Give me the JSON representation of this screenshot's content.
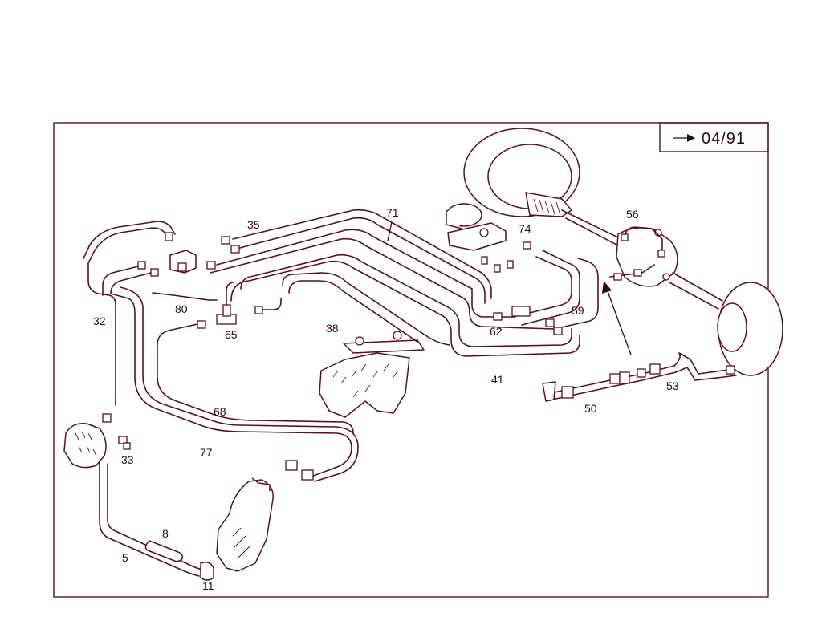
{
  "date_badge": {
    "text": "04/91",
    "icon": "arrow-right-icon"
  },
  "callouts": {
    "c35": "35",
    "c71": "71",
    "c74": "74",
    "c56": "56",
    "c80": "80",
    "c32": "32",
    "c65": "65",
    "c38": "38",
    "c62": "62",
    "c59": "59",
    "c41": "41",
    "c53": "53",
    "c50": "50",
    "c68": "68",
    "c77": "77",
    "c33": "33",
    "c8": "8",
    "c5": "5",
    "c11": "11"
  },
  "colors": {
    "line": "#5a0f1a",
    "text": "#2a0a0e",
    "background": "#ffffff"
  }
}
